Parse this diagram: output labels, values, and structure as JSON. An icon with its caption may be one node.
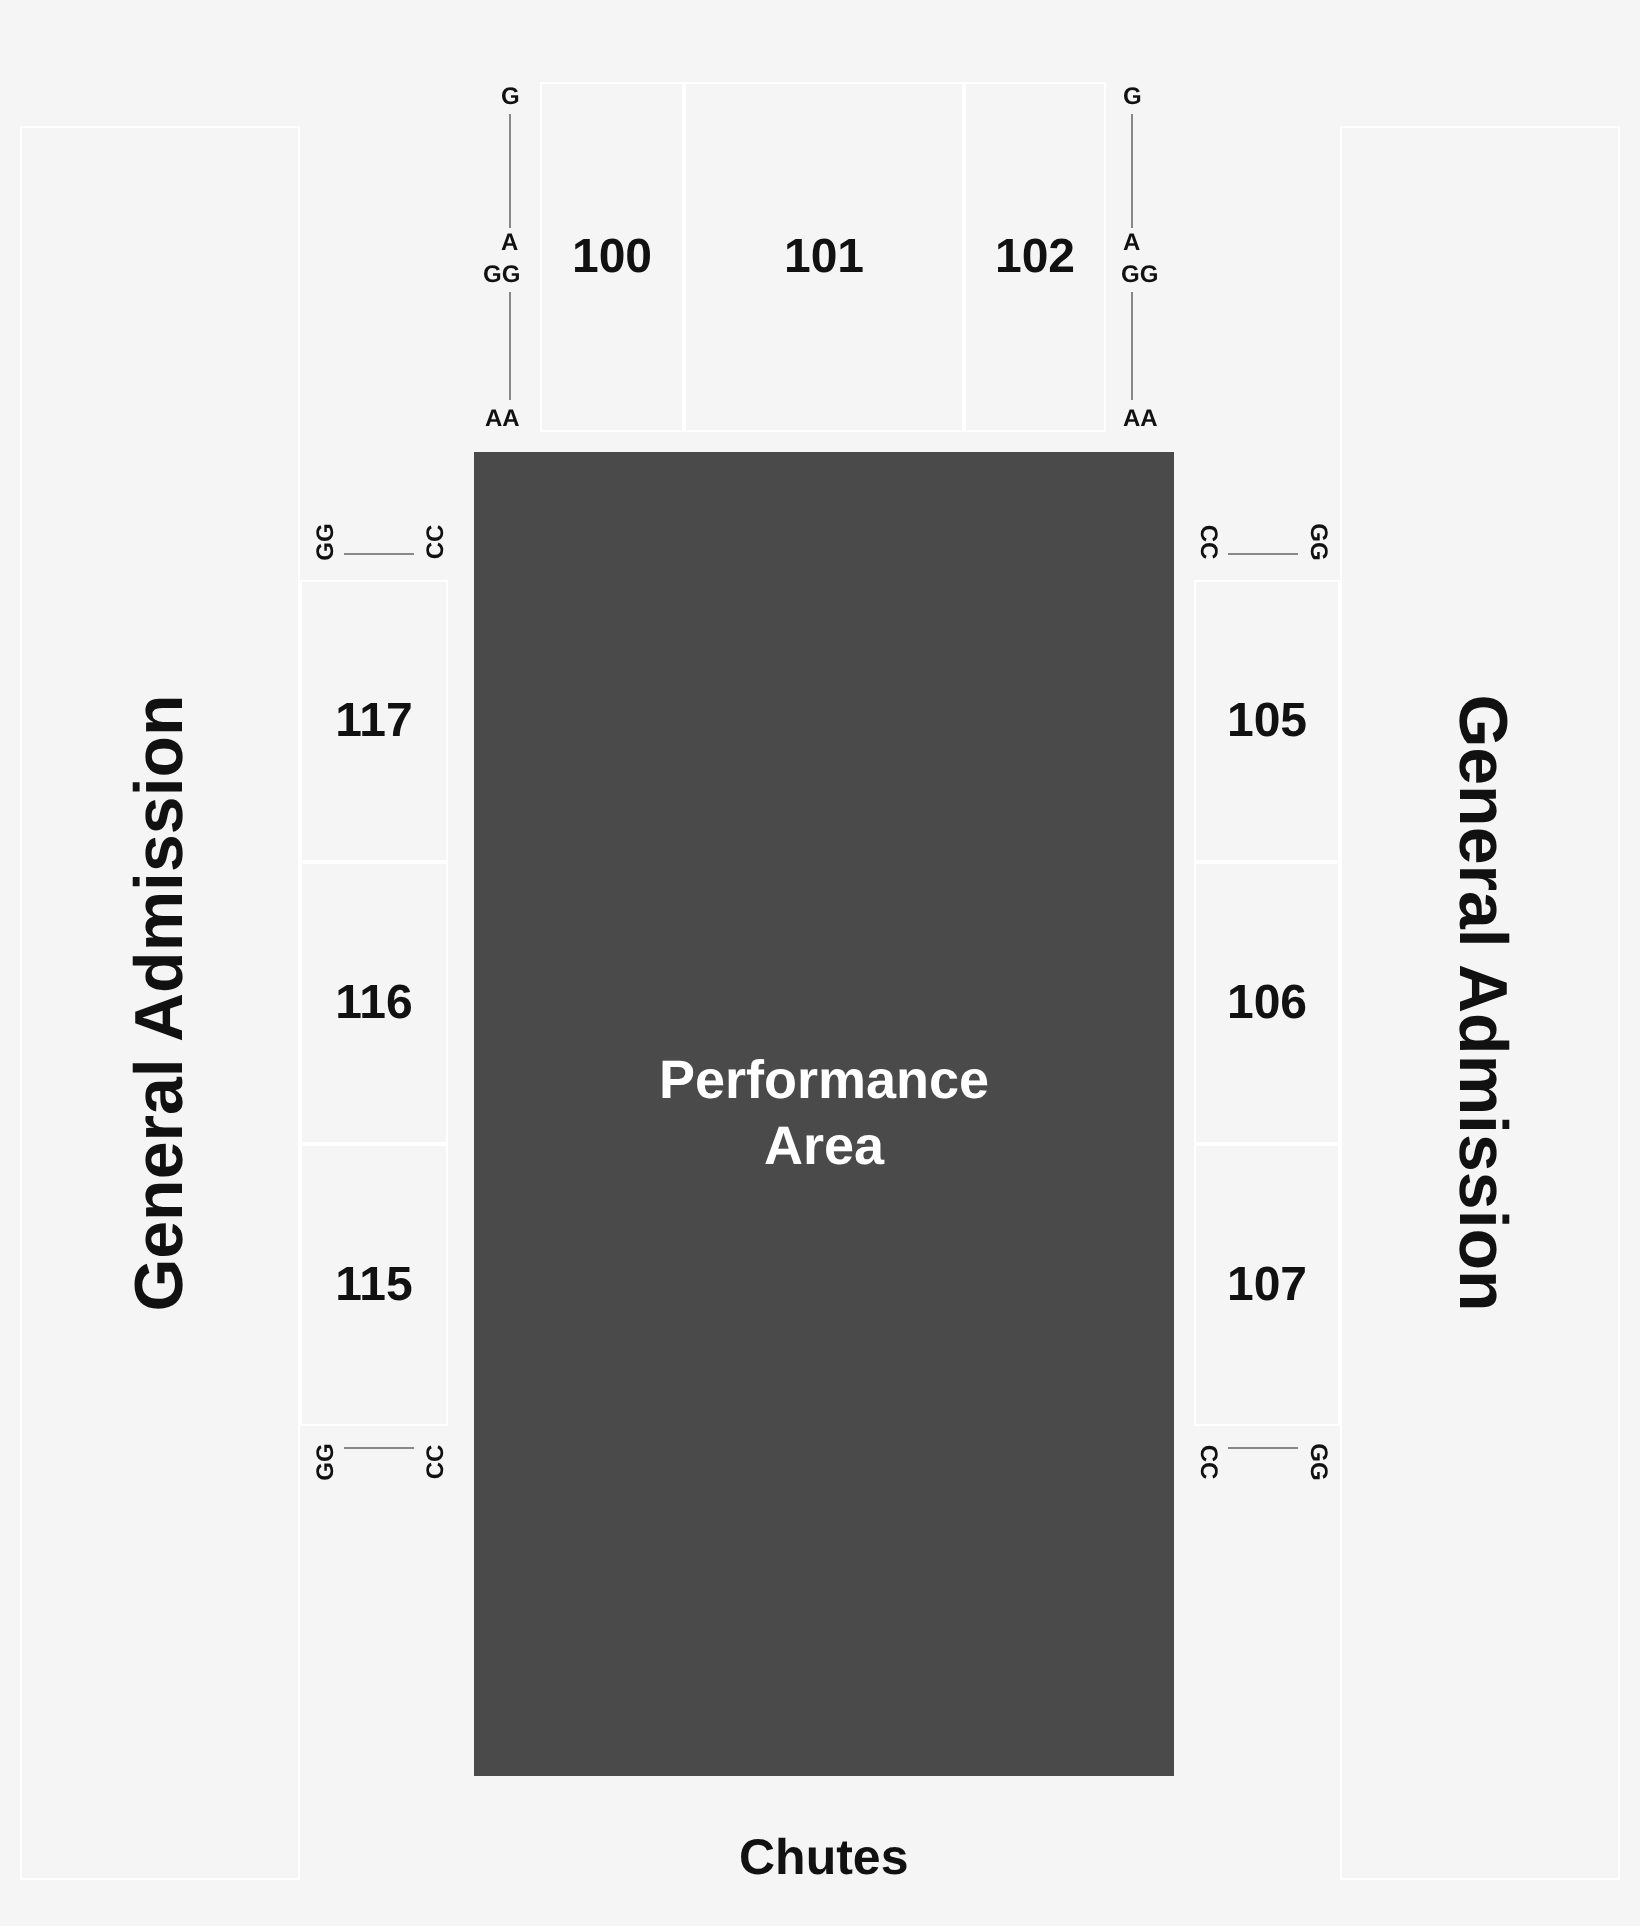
{
  "diagram": {
    "nodes": [
      {
        "text": [
          "100"
        ]
      },
      {
        "text": [
          "101"
        ]
      },
      {
        "text": [
          "102"
        ]
      },
      {
        "text": [
          "General Admission"
        ]
      },
      {
        "text": [
          "117"
        ]
      },
      {
        "text": [
          "116"
        ]
      },
      {
        "text": [
          "115"
        ]
      },
      {
        "text": [
          "Performance Area"
        ]
      },
      {
        "text": [
          "105"
        ]
      },
      {
        "text": [
          "106"
        ]
      },
      {
        "text": [
          "107"
        ]
      },
      {
        "text": [
          "General Admission"
        ]
      }
    ],
    "labels": [
      "G",
      "A",
      "GG",
      "AA",
      "G",
      "A",
      "GG",
      "AA",
      "GG",
      "CC",
      "CC",
      "GG",
      "GG",
      "CC",
      "CC",
      "GG",
      "Chutes"
    ]
  }
}
